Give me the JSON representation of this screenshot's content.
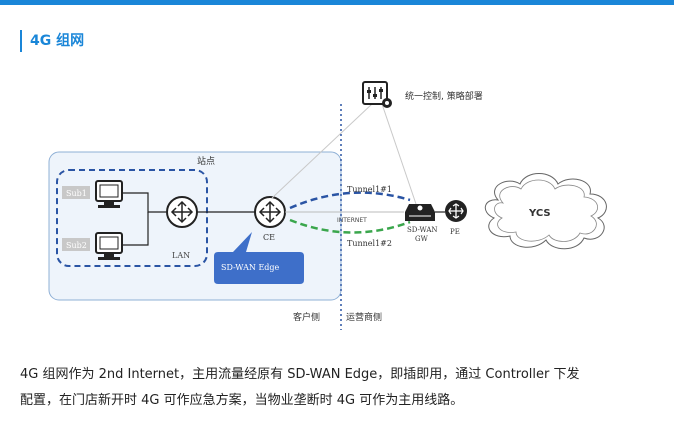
{
  "section": {
    "title": "4G 组网"
  },
  "diagram": {
    "control_label": "统一控制, 策略部署",
    "site_label": "站点",
    "sub1_label": "Sub1",
    "sub2_label": "Sub2",
    "lan_label": "LAN",
    "ce_label": "CE",
    "edge_callout": "SD-WAN Edge",
    "tunnel1": "Tunnel1#1",
    "tunnel2": "Tunnel1#2",
    "internet_label": "INTERNET",
    "gw_label_1": "SD-WAN",
    "gw_label_2": "GW",
    "pe_label": "PE",
    "cloud_label": "YCS",
    "customer_side": "客户侧",
    "operator_side": "运营商侧"
  },
  "description": {
    "line1": "4G 组网作为 2nd Internet，主用流量经原有 SD-WAN Edge，即插即用，通过 Controller 下发",
    "line2": "配置，在门店新开时 4G 可作应急方案，当物业垄断时 4G 可作为主用线路。"
  },
  "colors": {
    "accent": "#1a86d8",
    "dashed_blue": "#2a54a4",
    "tunnel_green": "#3aa64c",
    "callout_fill": "#3e6fc9"
  },
  "icons": [
    "controller-icon",
    "computer-icon",
    "router-icon",
    "gateway-icon",
    "cloud-icon"
  ]
}
